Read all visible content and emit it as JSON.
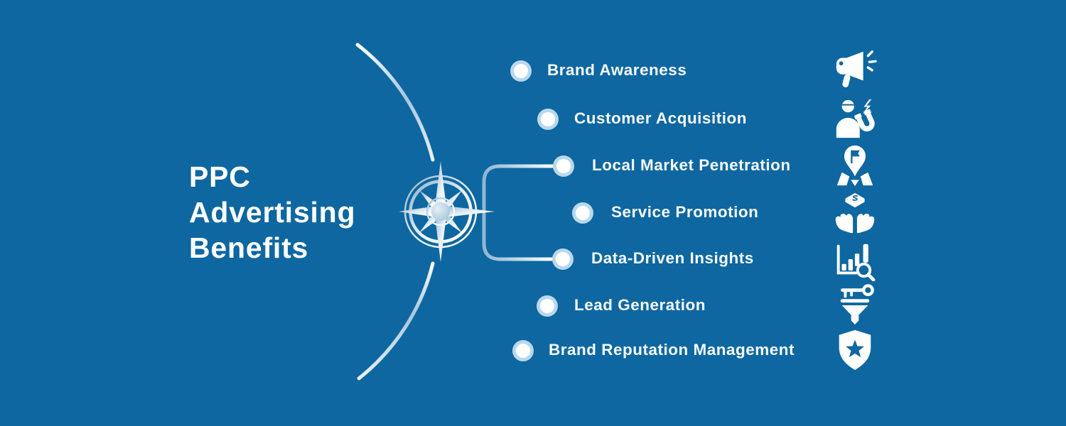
{
  "title": {
    "lines": [
      "PPC",
      "Advertising",
      "Benefits"
    ]
  },
  "items": [
    {
      "label": "Brand Awareness",
      "icon": "megaphone-icon"
    },
    {
      "label": "Customer Acquisition",
      "icon": "person-magnet-icon"
    },
    {
      "label": "Local Market Penetration",
      "icon": "map-pin-flag-icon"
    },
    {
      "label": "Service Promotion",
      "icon": "hands-money-icon"
    },
    {
      "label": "Data-Driven Insights",
      "icon": "chart-magnifier-icon"
    },
    {
      "label": "Lead Generation",
      "icon": "funnel-key-icon"
    },
    {
      "label": "Brand Reputation Management",
      "icon": "shield-star-icon"
    }
  ],
  "center_icon": "compass",
  "colors": {
    "background": "#0e67a0",
    "text": "#ffffff",
    "line_gradient_start": "#8fb6d3",
    "line_gradient_end": "#ffffff",
    "node_core": "#ffffff",
    "node_halo": "#b9d8ec",
    "icon": "#ffffff"
  }
}
